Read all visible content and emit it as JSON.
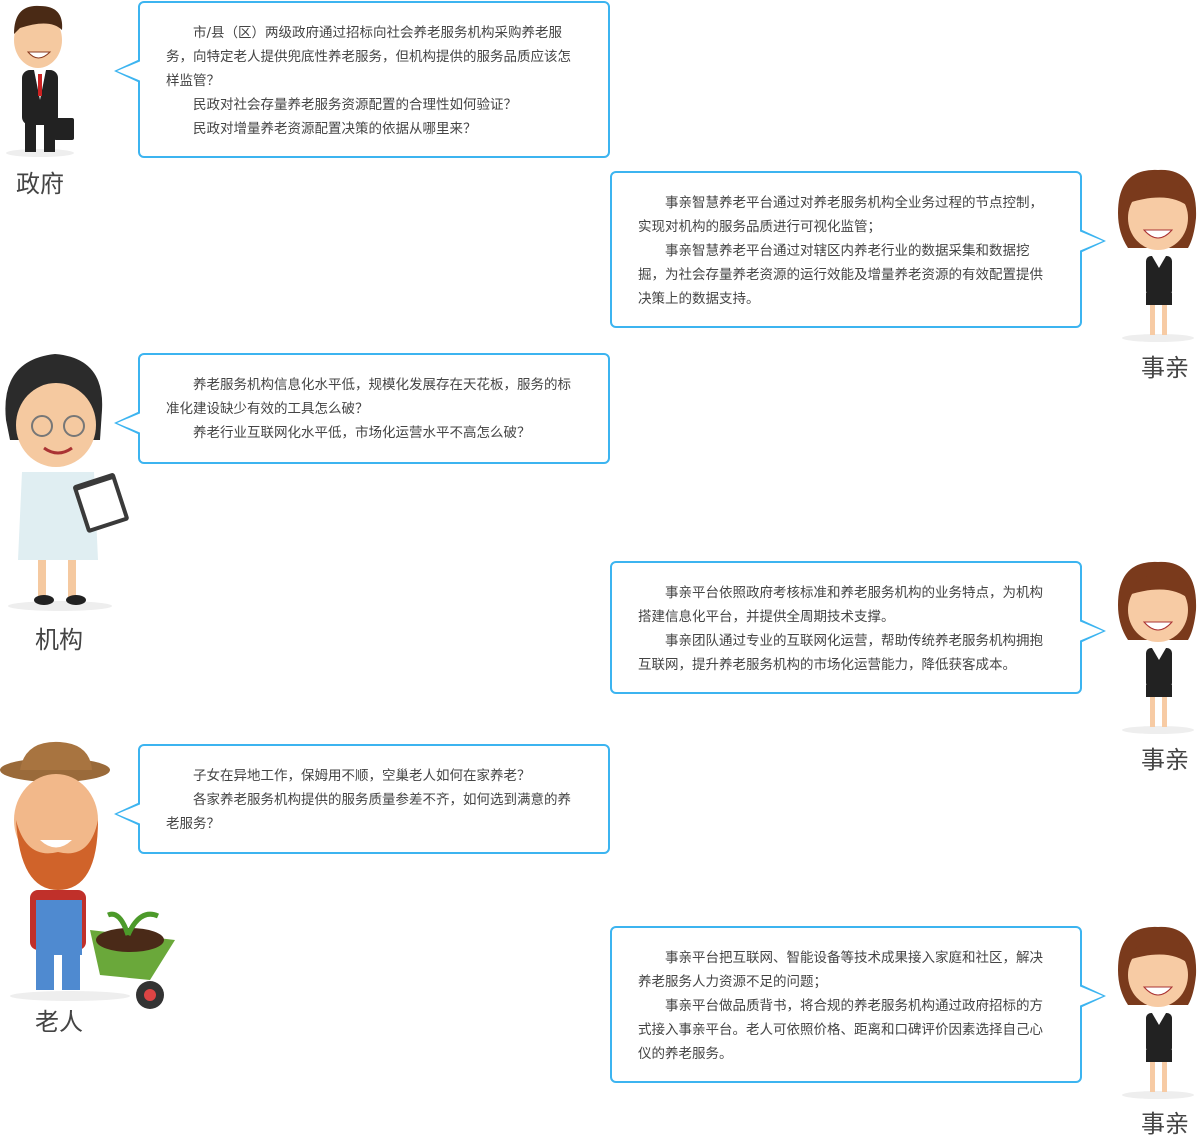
{
  "rows": [
    {
      "speaker": "政府",
      "paragraphs": [
        "市/县（区）两级政府通过招标向社会养老服务机构采购养老服务，向特定老人提供兜底性养老服务，但机构提供的服务品质应该怎样监管？",
        "民政对社会存量养老服务资源配置的合理性如何验证？",
        "民政对增量养老资源配置决策的依据从哪里来？"
      ]
    },
    {
      "speaker": "事亲",
      "paragraphs": [
        "事亲智慧养老平台通过对养老服务机构全业务过程的节点控制，实现对机构的服务品质进行可视化监管；",
        "事亲智慧养老平台通过对辖区内养老行业的数据采集和数据挖掘，为社会存量养老资源的运行效能及增量养老资源的有效配置提供决策上的数据支持。"
      ]
    },
    {
      "speaker": "机构",
      "paragraphs": [
        "养老服务机构信息化水平低，规模化发展存在天花板，服务的标准化建设缺少有效的工具怎么破？",
        "养老行业互联网化水平低，市场化运营水平不高怎么破？"
      ]
    },
    {
      "speaker": "事亲",
      "paragraphs": [
        "事亲平台依照政府考核标准和养老服务机构的业务特点，为机构搭建信息化平台，并提供全周期技术支撑。",
        "事亲团队通过专业的互联网化运营，帮助传统养老服务机构拥抱互联网，提升养老服务机构的市场化运营能力，降低获客成本。"
      ]
    },
    {
      "speaker": "老人",
      "paragraphs": [
        "子女在异地工作，保姆用不顺，空巢老人如何在家养老？",
        "各家养老服务机构提供的服务质量参差不齐，如何选到满意的养老服务？"
      ]
    },
    {
      "speaker": "事亲",
      "paragraphs": [
        "事亲平台把互联网、智能设备等技术成果接入家庭和社区，解决养老服务人力资源不足的问题；",
        "事亲平台做品质背书，将合规的养老服务机构通过政府招标的方式接入事亲平台。老人可依照价格、距离和口碑评价因素选择自己心仪的养老服务。"
      ]
    }
  ],
  "colors": {
    "border": "#3cb4f0",
    "text": "#444444"
  }
}
